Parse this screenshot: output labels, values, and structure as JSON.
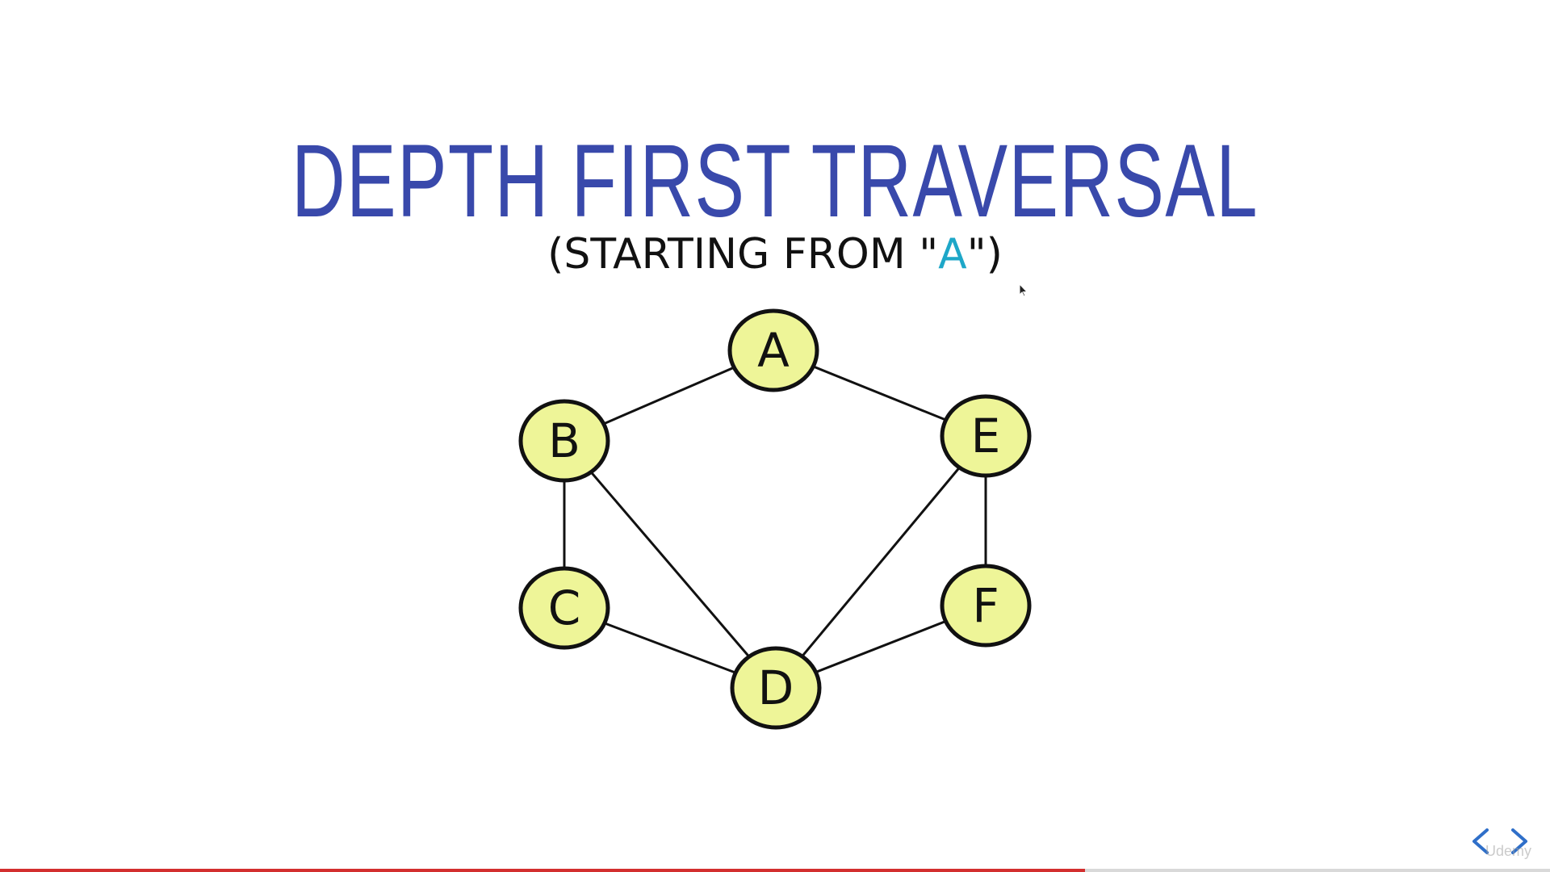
{
  "slide": {
    "title": "DEPTH FIRST TRAVERSAL",
    "subtitle_prefix": "(STARTING FROM \"",
    "subtitle_highlight": "A",
    "subtitle_suffix": "\")",
    "title_color": "#3949ab",
    "highlight_color": "#1ea7c8"
  },
  "graph": {
    "node_fill": "#eef598",
    "node_stroke": "#111111",
    "nodes": [
      {
        "id": "A",
        "label": "A"
      },
      {
        "id": "B",
        "label": "B"
      },
      {
        "id": "C",
        "label": "C"
      },
      {
        "id": "D",
        "label": "D"
      },
      {
        "id": "E",
        "label": "E"
      },
      {
        "id": "F",
        "label": "F"
      }
    ],
    "edges": [
      [
        "A",
        "B"
      ],
      [
        "A",
        "E"
      ],
      [
        "B",
        "C"
      ],
      [
        "B",
        "D"
      ],
      [
        "C",
        "D"
      ],
      [
        "E",
        "D"
      ],
      [
        "E",
        "F"
      ],
      [
        "F",
        "D"
      ]
    ]
  },
  "player": {
    "prev_icon": "chevron-left-icon",
    "next_icon": "chevron-right-icon",
    "watermark": "Udemy",
    "progress": 0.7,
    "progress_color": "#d32f2f"
  }
}
